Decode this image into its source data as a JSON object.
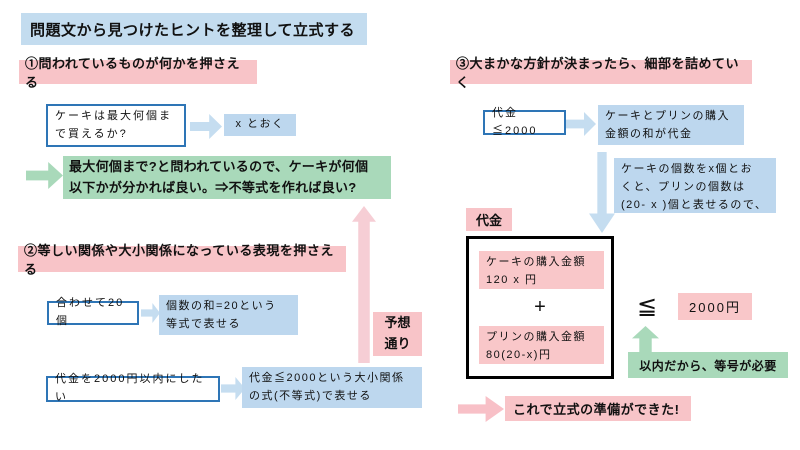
{
  "title": "問題文から見つけたヒントを整理して立式する",
  "colors": {
    "title_blue": "#c3dcef",
    "note_blue": "#bdd7ee",
    "heading_pink": "#f8c4c8",
    "arrow_pink": "#f6ced5",
    "green": "#a9d9ba",
    "cue_border_blue": "#2e75b6",
    "sum_box_border": "#000000"
  },
  "section1": {
    "heading": "①問われているものが何かを押さえる",
    "cue": "ケーキは最大何個ま\nで買えるか?",
    "assign": "x とおく",
    "insight": "最大何個まで?と問われているので、ケーキが何個\n以下かが分かれば良い。⇒不等式を作れば良い?"
  },
  "section2": {
    "heading": "②等しい関係や大小関係になっている表現を押さえる",
    "cue_total": "合わせて20個",
    "note_total": "個数の和=20という\n等式で表せる",
    "cue_budget": "代金を2000円以内にしたい",
    "note_budget": "代金≦2000という大小関係\nの式(不等式)で表せる",
    "predict_label": "予想\n通り"
  },
  "section3": {
    "heading": "③大まかな方針が決まったら、細部を詰めていく",
    "cue": "代金≦2000",
    "note_sum": "ケーキとプリンの購入\n金額の和が代金",
    "note_count": "ケーキの個数をx個とお\nくと、プリンの個数は\n(20- x )個と表せるので、",
    "price_label": "代金",
    "cake_cost": "ケーキの購入金額\n120 x 円",
    "plus": "+",
    "pudding_cost": "プリンの購入金額\n80(20-x)円",
    "inequality": "≦",
    "budget_amount": "2000円",
    "equality_note": "以内だから、等号が必要",
    "conclusion": "これで立式の準備ができた!"
  }
}
